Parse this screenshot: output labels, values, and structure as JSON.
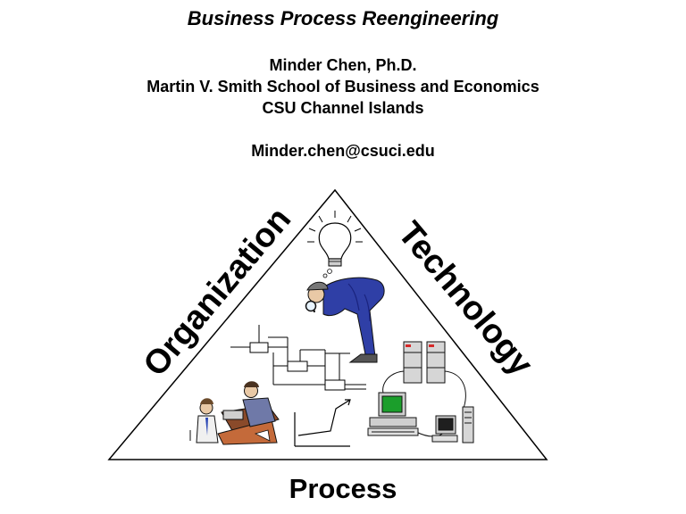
{
  "slide": {
    "title": "Business Process Reengineering",
    "author": "Minder Chen, Ph.D.",
    "school": "Martin V. Smith School of Business and Economics",
    "university": "CSU Channel Islands",
    "email": "Minder.chen@csuci.edu"
  },
  "diagram": {
    "left_label": "Organization",
    "right_label": "Technology",
    "bottom_label": "Process",
    "icons": [
      "lightbulb-icon",
      "detective-icon",
      "flowchart-icon",
      "meeting-people-icon",
      "network-computers-icon",
      "growth-chart-icon"
    ]
  }
}
